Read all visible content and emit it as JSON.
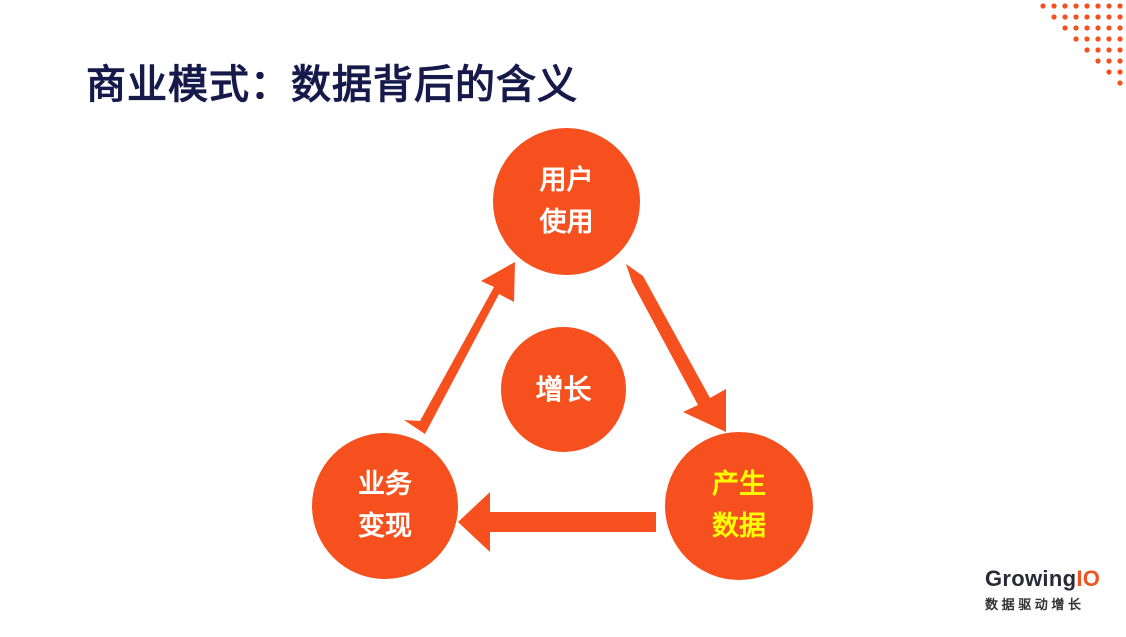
{
  "slide": {
    "title": "商业模式：数据背后的含义"
  },
  "diagram": {
    "center": {
      "label": "增长"
    },
    "nodes": {
      "top": {
        "line1": "用户",
        "line2": "使用"
      },
      "right": {
        "line1": "产生",
        "line2": "数据"
      },
      "left": {
        "line1": "业务",
        "line2": "变现"
      }
    },
    "colors": {
      "node_fill": "#f5501e",
      "arrow_fill": "#f5501e",
      "text_default": "#ffffff",
      "text_highlight": "#ffff00"
    }
  },
  "logo": {
    "brand_prefix": "Growing",
    "brand_suffix": "IO",
    "tagline": "数据驱动增长"
  },
  "icons": [
    "dots-triangle-decoration",
    "arrow-right-down",
    "arrow-left",
    "arrow-up-right"
  ]
}
